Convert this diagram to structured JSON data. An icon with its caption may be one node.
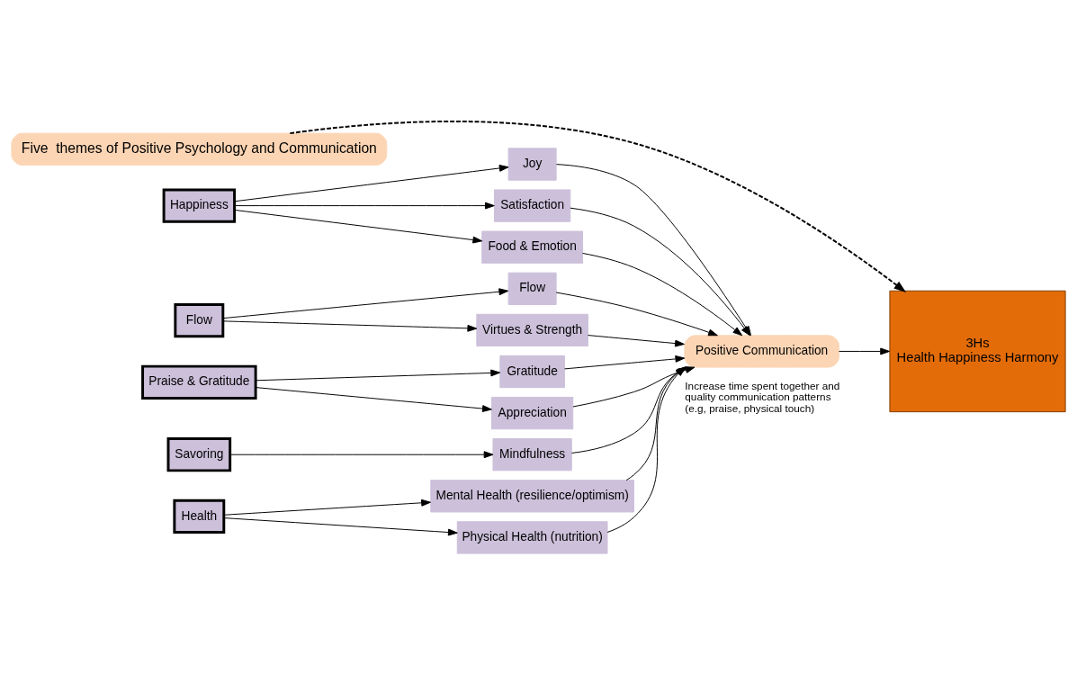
{
  "diagram": {
    "nodes": [
      {
        "text": [
          "Five  themes of Positive Psychology and Communication"
        ]
      },
      {
        "text": [
          "Happiness"
        ]
      },
      {
        "text": [
          "Joy"
        ]
      },
      {
        "text": [
          "Satisfaction"
        ]
      },
      {
        "text": [
          "Food & Emotion"
        ]
      },
      {
        "text": [
          "Flow"
        ]
      },
      {
        "text": [
          "Flow"
        ]
      },
      {
        "text": [
          "Virtues & Strength"
        ]
      },
      {
        "text": [
          "Praise & Gratitude"
        ]
      },
      {
        "text": [
          "Gratitude"
        ]
      },
      {
        "text": [
          "Appreciation"
        ]
      },
      {
        "text": [
          "Savoring"
        ]
      },
      {
        "text": [
          "Mindfulness"
        ]
      },
      {
        "text": [
          "Health"
        ]
      },
      {
        "text": [
          "Mental Health (resilience/optimism)"
        ]
      },
      {
        "text": [
          "Physical Health (nutrition)"
        ]
      },
      {
        "text": [
          "Positive Communication"
        ],
        "beside": [
          "Increase time spent together and quality communication patterns (e.g, praise, physical touch)"
        ]
      },
      {
        "text": [
          "3Hs",
          "Health Happiness Harmony"
        ]
      }
    ],
    "edges": [
      {
        "from": 0,
        "to": 17,
        "arrow": "to",
        "style": "dashed"
      },
      {
        "from": 1,
        "to": 2,
        "arrow": "to"
      },
      {
        "from": 1,
        "to": 3,
        "arrow": "to"
      },
      {
        "from": 1,
        "to": 4,
        "arrow": "to"
      },
      {
        "from": 5,
        "to": 6,
        "arrow": "to"
      },
      {
        "from": 5,
        "to": 7,
        "arrow": "to"
      },
      {
        "from": 8,
        "to": 9,
        "arrow": "to"
      },
      {
        "from": 8,
        "to": 10,
        "arrow": "to"
      },
      {
        "from": 11,
        "to": 12,
        "arrow": "to"
      },
      {
        "from": 13,
        "to": 14,
        "arrow": "to"
      },
      {
        "from": 13,
        "to": 15,
        "arrow": "to"
      },
      {
        "from": 2,
        "to": 16,
        "arrow": "to"
      },
      {
        "from": 3,
        "to": 16,
        "arrow": "to"
      },
      {
        "from": 4,
        "to": 16,
        "arrow": "to"
      },
      {
        "from": 6,
        "to": 16,
        "arrow": "to"
      },
      {
        "from": 7,
        "to": 16,
        "arrow": "to"
      },
      {
        "from": 9,
        "to": 16,
        "arrow": "to"
      },
      {
        "from": 10,
        "to": 16,
        "arrow": "to"
      },
      {
        "from": 12,
        "to": 16,
        "arrow": "to"
      },
      {
        "from": 14,
        "to": 16,
        "arrow": "to"
      },
      {
        "from": 15,
        "to": 16,
        "arrow": "to"
      },
      {
        "from": 16,
        "to": 17,
        "arrow": "to"
      }
    ]
  }
}
